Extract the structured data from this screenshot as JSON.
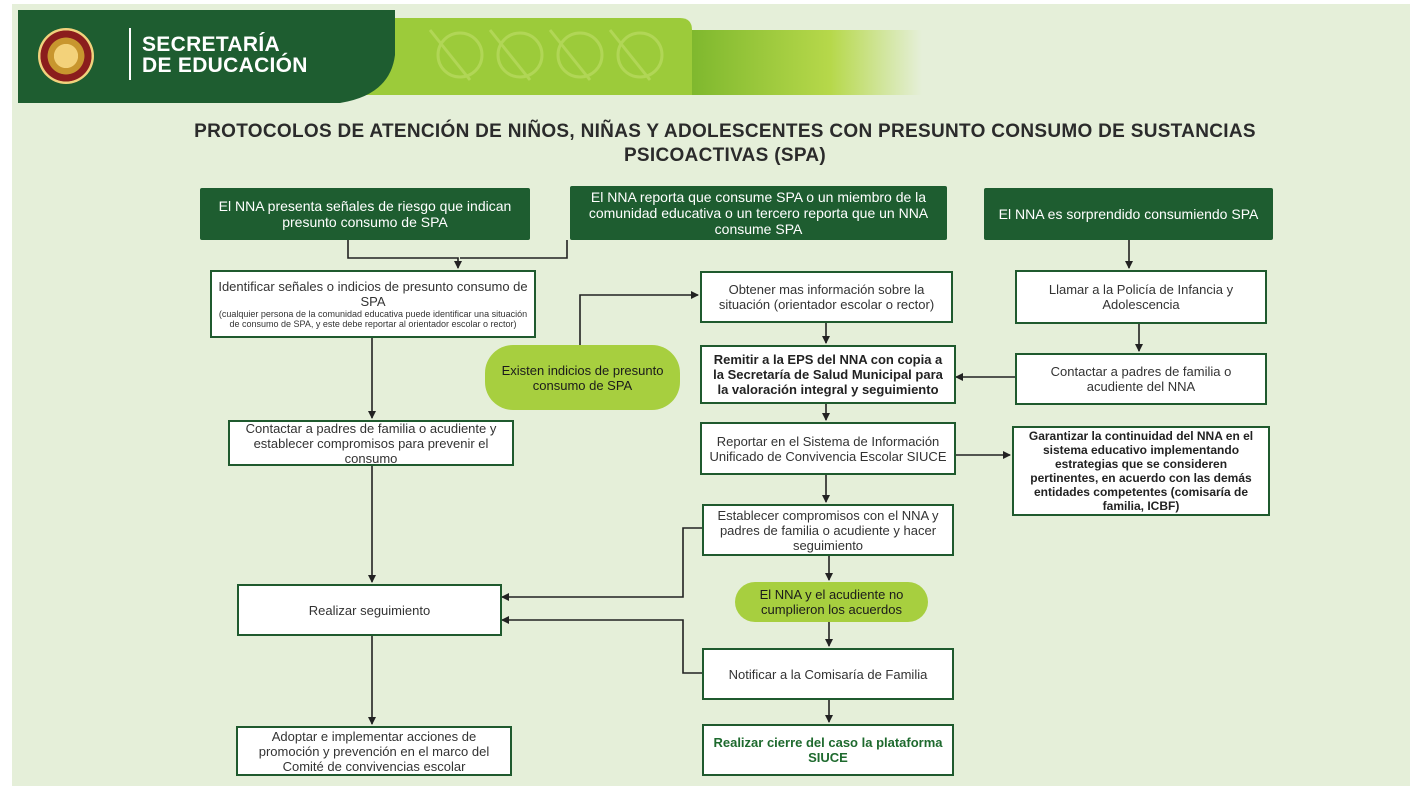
{
  "header": {
    "brand_line1": "SECRETARÍA",
    "brand_line2": "DE EDUCACIÓN",
    "logo_icon": "municipality-seal-icon"
  },
  "title": "PROTOCOLOS DE ATENCIÓN DE NIÑOS, NIÑAS Y ADOLESCENTES CON PRESUNTO CONSUMO DE SUSTANCIAS PSICOACTIVAS (SPA)",
  "colors": {
    "dark_green": "#1e5d30",
    "lime": "#a7cf3f",
    "background": "#e5efd9"
  },
  "start_boxes": {
    "risk_signals": "El NNA presenta señales de riesgo que indican presunto consumo de SPA",
    "reports_consumption": "El NNA reporta que consume SPA o un miembro de la comunidad educativa o un tercero reporta que un NNA consume SPA",
    "caught_consuming": "El NNA es sorprendido consumiendo SPA"
  },
  "left_column": {
    "identify_main": "Identificar señales o indicios de presunto consumo de SPA",
    "identify_note": "(cualquier persona de la comunidad educativa puede identificar una situación de consumo de SPA, y este debe reportar al orientador escolar o rector)",
    "contact_parents": "Contactar a padres de familia o acudiente y establecer compromisos para prevenir el consumo",
    "follow_up": "Realizar seguimiento",
    "promotion": "Adoptar e implementar acciones de promoción y prevención en el marco del Comité de convivencias escolar"
  },
  "center_column": {
    "obtain_info": "Obtener mas información sobre la situación (orientador escolar o rector)",
    "refer_eps": "Remitir a la EPS del NNA  con copia a la Secretaría de Salud Municipal para la valoración integral y seguimiento",
    "report_siuce": "Reportar en el Sistema de Información Unificado de Convivencia Escolar SIUCE",
    "commitments": "Establecer compromisos con el NNA y padres de familia o acudiente y hacer seguimiento",
    "notify": "Notificar a la Comisaría de Familia",
    "close_case": "Realizar cierre del caso la plataforma SIUCE"
  },
  "conditions": {
    "evidence": "Existen indicios de presunto consumo de SPA",
    "not_fulfilled": "El NNA y el acudiente no cumplieron los acuerdos"
  },
  "right_column": {
    "call_police": "Llamar a la Policía de Infancia y Adolescencia",
    "contact_parents": "Contactar a padres de familia o acudiente del NNA",
    "guarantee": "Garantizar la continuidad del NNA en el sistema educativo implementando estrategias que se consideren pertinentes, en acuerdo con las demás entidades competentes (comisaría de familia, ICBF)"
  }
}
